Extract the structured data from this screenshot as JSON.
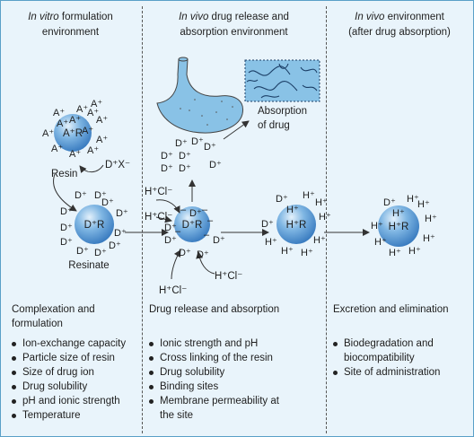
{
  "columns": [
    {
      "title_italic": "In vitro",
      "title_rest": " formulation",
      "title_line2": "environment"
    },
    {
      "title_italic": "In vivo",
      "title_rest": " drug release and",
      "title_line2": "absorption environment"
    },
    {
      "title_italic": "In vivo",
      "title_rest": " environment",
      "title_line2": "(after drug absorption)"
    }
  ],
  "sections": [
    {
      "title_line1": "Complexation and",
      "title_line2": "formulation",
      "bullets": [
        "Ion-exchange capacity",
        "Particle size of resin",
        "Size of drug ion",
        "Drug solubility",
        "pH and ionic strength",
        "Temperature"
      ]
    },
    {
      "title_line1": "Drug release and absorption",
      "title_line2": "",
      "bullets": [
        "Ionic strength and pH",
        "Cross linking of the resin",
        "Drug solubility",
        "Binding sites",
        "Membrane permeability at the site"
      ]
    },
    {
      "title_line1": "Excretion and elimination",
      "title_line2": "",
      "bullets": [
        "Biodegradation and biocompatibility",
        "Site of administration"
      ]
    }
  ],
  "labels": {
    "resin": "Resin",
    "resinate": "Resinate",
    "absorption_line1": "Absorption",
    "absorption_line2": "of drug",
    "drug_salt": "D⁺X⁻",
    "acid_top": "H⁺Cl⁻",
    "acid_mid": "H⁺Cl⁻",
    "acid_bottom_left": "H⁺Cl⁻",
    "acid_bottom_right": "H⁺Cl⁻",
    "resin_core": "A⁺R",
    "resinate_core": "D⁺R",
    "release_core": "D⁺R",
    "absorbed_core": "H⁺R",
    "final_core": "H⁺R",
    "ion_a": "A⁺",
    "ion_d": "D⁺",
    "ion_h": "H⁺",
    "neg": "–"
  },
  "colors": {
    "background": "#e9f4fb",
    "border": "#5aa0c8",
    "sphere": "#5b9bd5",
    "organ": "#89c2e6"
  }
}
